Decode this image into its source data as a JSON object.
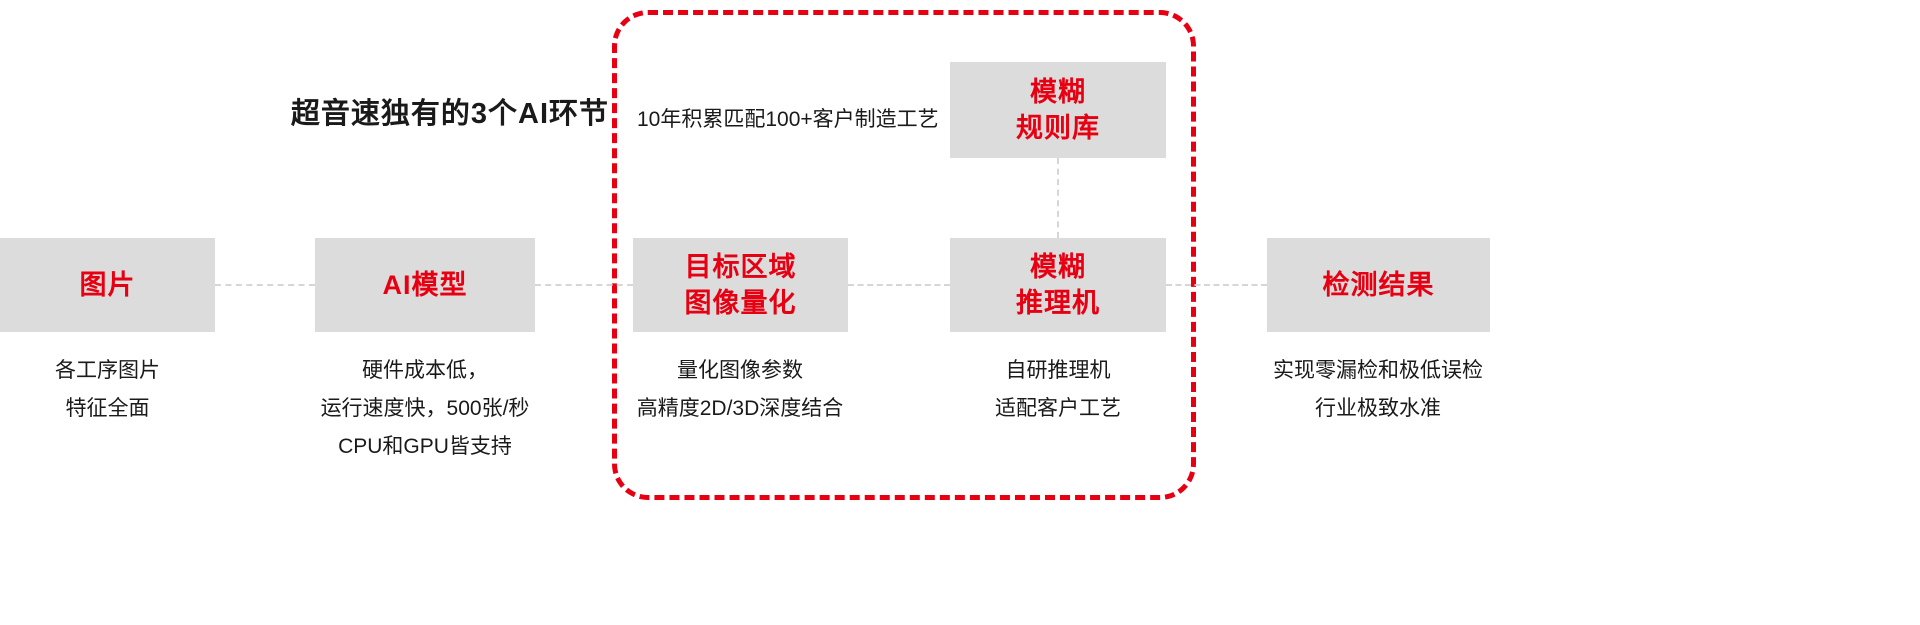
{
  "title": "超音速独有的3个AI环节",
  "frame_annotation": "10年积累匹配100+客户制造工艺",
  "colors": {
    "accent_red": "#e60012",
    "node_background": "#dcdcdc",
    "connector_gray": "#d6d6d6",
    "text_black": "#1a1a1a"
  },
  "nodes": {
    "image": {
      "label": "图片",
      "desc": [
        "各工序图片",
        "特征全面"
      ]
    },
    "ai_model": {
      "label": "AI模型",
      "desc": [
        "硬件成本低，",
        "运行速度快，500张/秒",
        "CPU和GPU皆支持"
      ]
    },
    "quantization": {
      "label_lines": [
        "目标区域",
        "图像量化"
      ],
      "desc": [
        "量化图像参数",
        "高精度2D/3D深度结合"
      ]
    },
    "fuzzy_rules": {
      "label_lines": [
        "模糊",
        "规则库"
      ]
    },
    "fuzzy_inference": {
      "label_lines": [
        "模糊",
        "推理机"
      ],
      "desc": [
        "自研推理机",
        "适配客户工艺"
      ]
    },
    "result": {
      "label": "检测结果",
      "desc": [
        "实现零漏检和极低误检",
        "行业极致水准"
      ]
    }
  }
}
